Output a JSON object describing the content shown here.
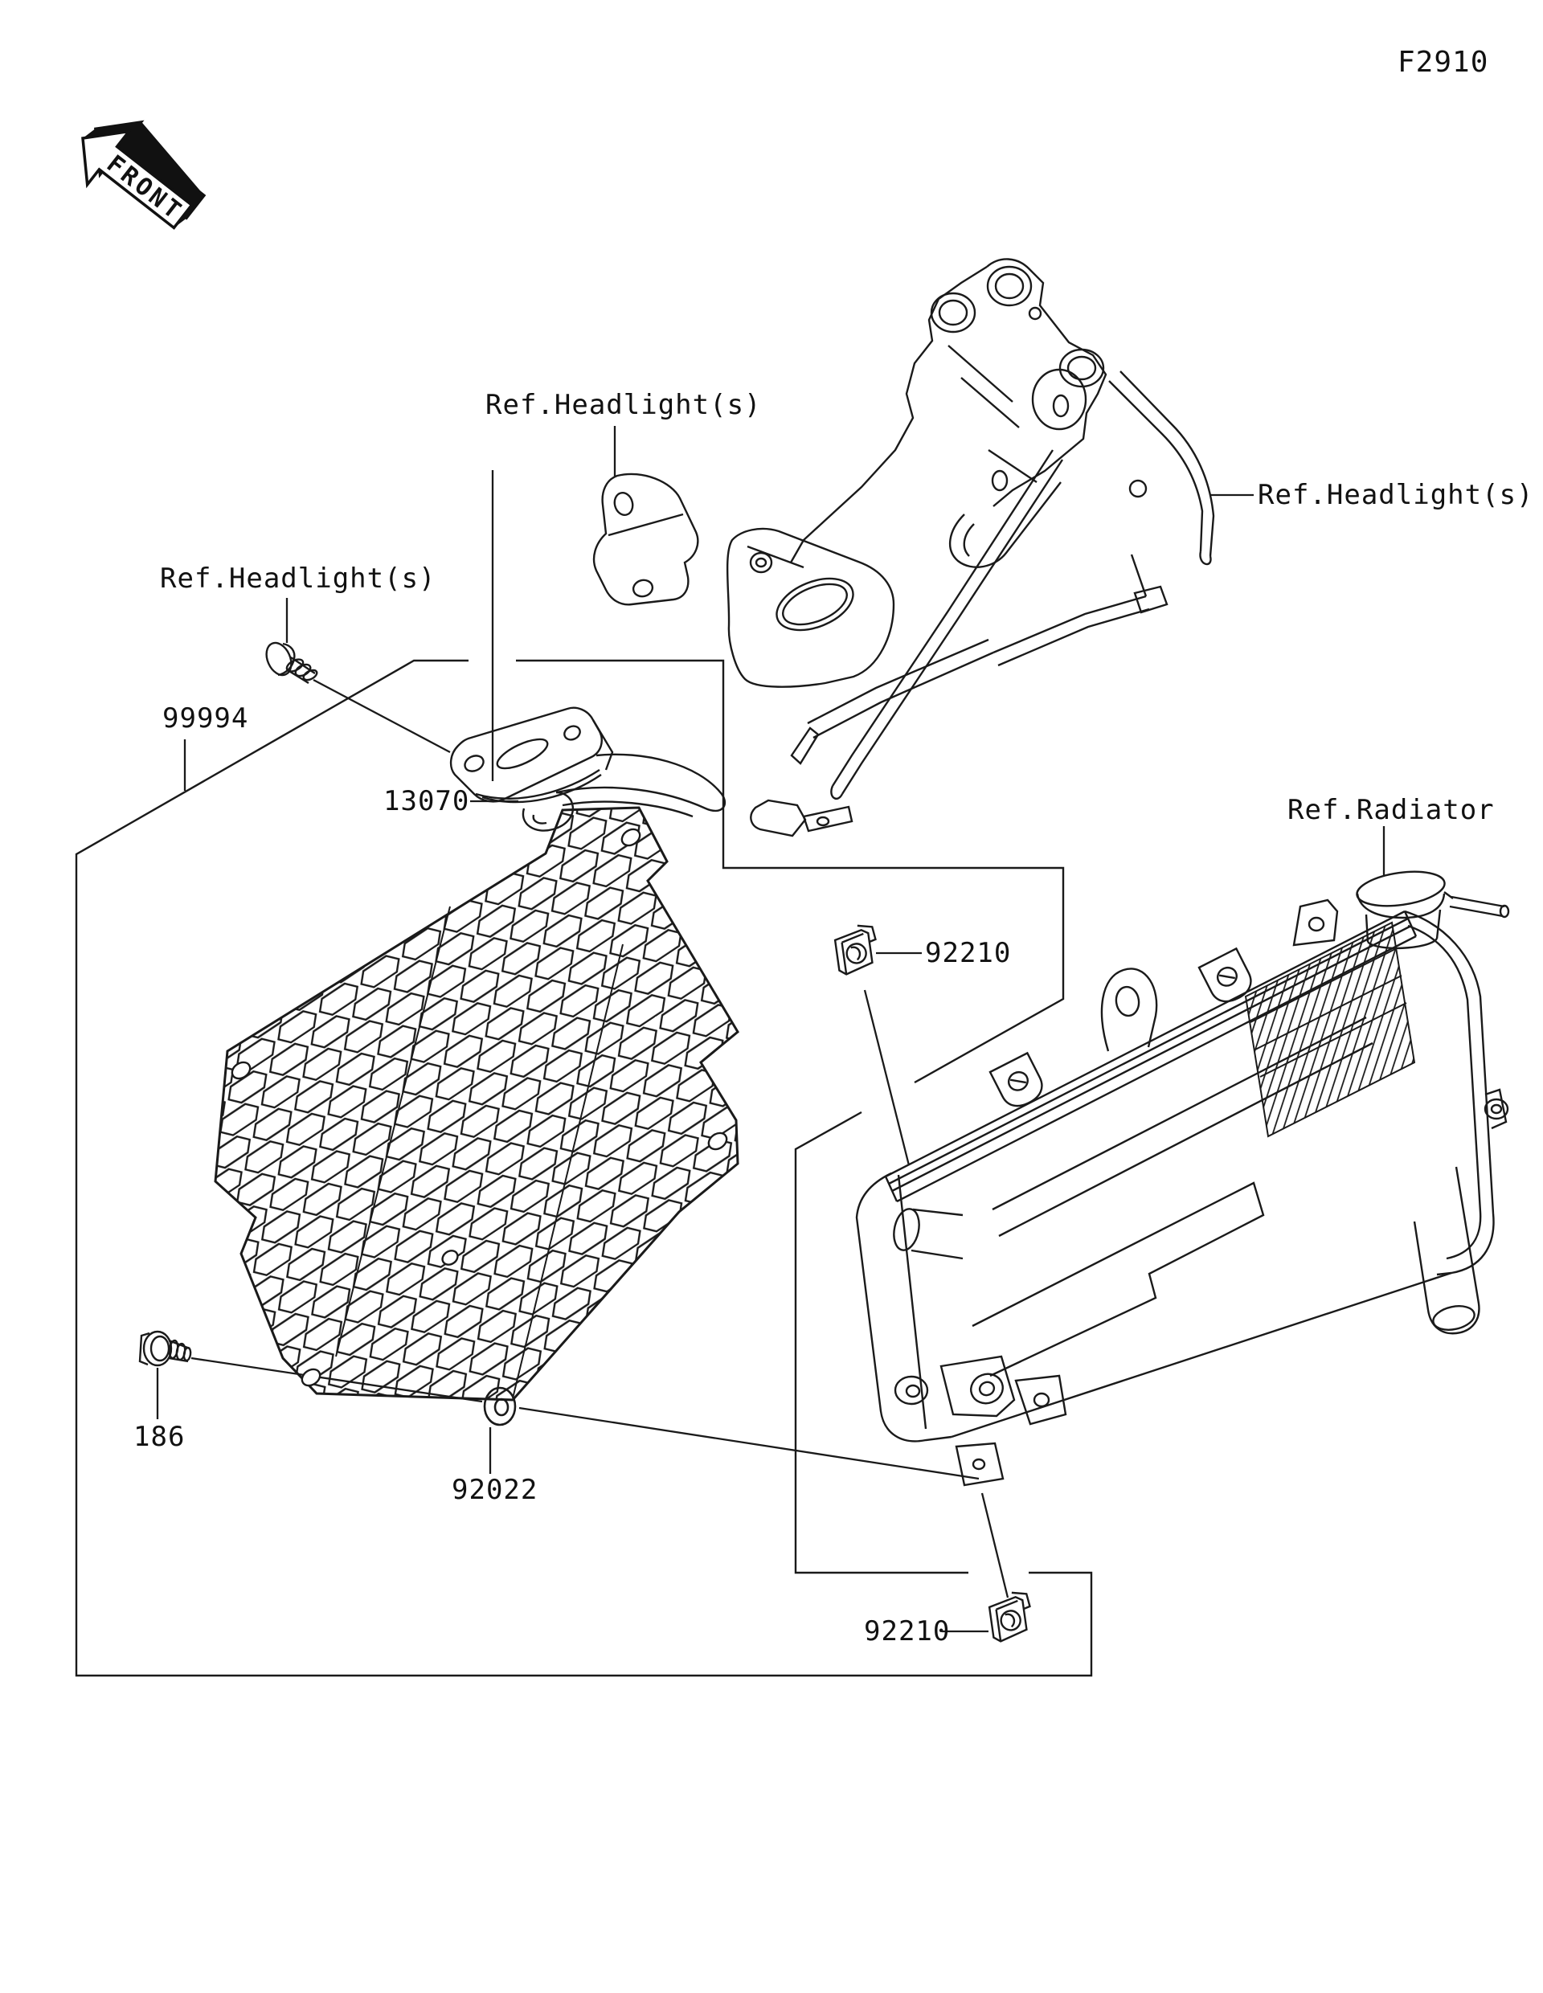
{
  "figure": {
    "code": "F2910",
    "front_marker": "FRONT"
  },
  "labels": {
    "ref_headlight_top": "Ref.Headlight(s)",
    "ref_headlight_right": "Ref.Headlight(s)",
    "ref_headlight_left": "Ref.Headlight(s)",
    "ref_radiator": "Ref.Radiator",
    "part_kit": "99994",
    "part_bracket": "13070",
    "part_clip_top": "92210",
    "part_clip_bottom": "92210",
    "part_screw": "186",
    "part_washer": "92022"
  },
  "colors": {
    "line": "#1a1a1a",
    "background": "#ffffff"
  }
}
